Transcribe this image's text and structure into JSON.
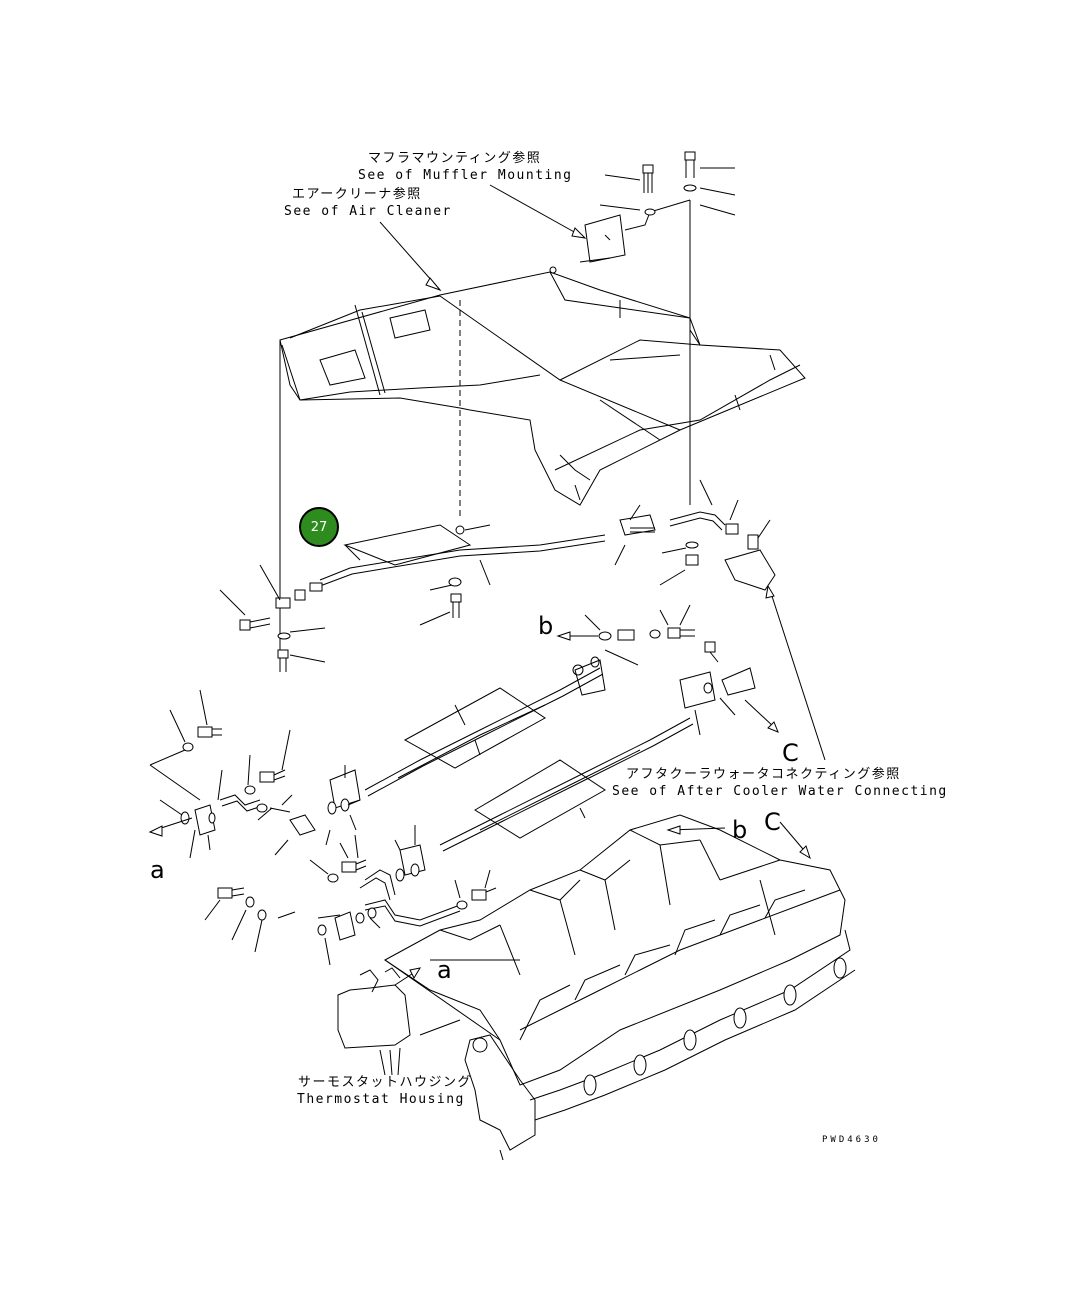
{
  "labels": {
    "muffler_jp": "マフラマウンティング参照",
    "muffler_en": "See of Muffler Mounting",
    "air_cleaner_jp": "エアークリーナ参照",
    "air_cleaner_en": "See of Air Cleaner",
    "aftercooler_jp": "アフタクーラウォータコネクティング参照",
    "aftercooler_en": "See of After Cooler Water Connecting",
    "thermostat_jp": "サーモスタットハウジング",
    "thermostat_en": "Thermostat Housing"
  },
  "callouts": {
    "a1": "a",
    "a2": "a",
    "b1": "b",
    "b2": "b",
    "c1": "C",
    "c2": "C"
  },
  "part_badge": "27",
  "drawing_code": "PWD4630",
  "colors": {
    "badge": "#2e8b1e",
    "ink": "#000000"
  }
}
